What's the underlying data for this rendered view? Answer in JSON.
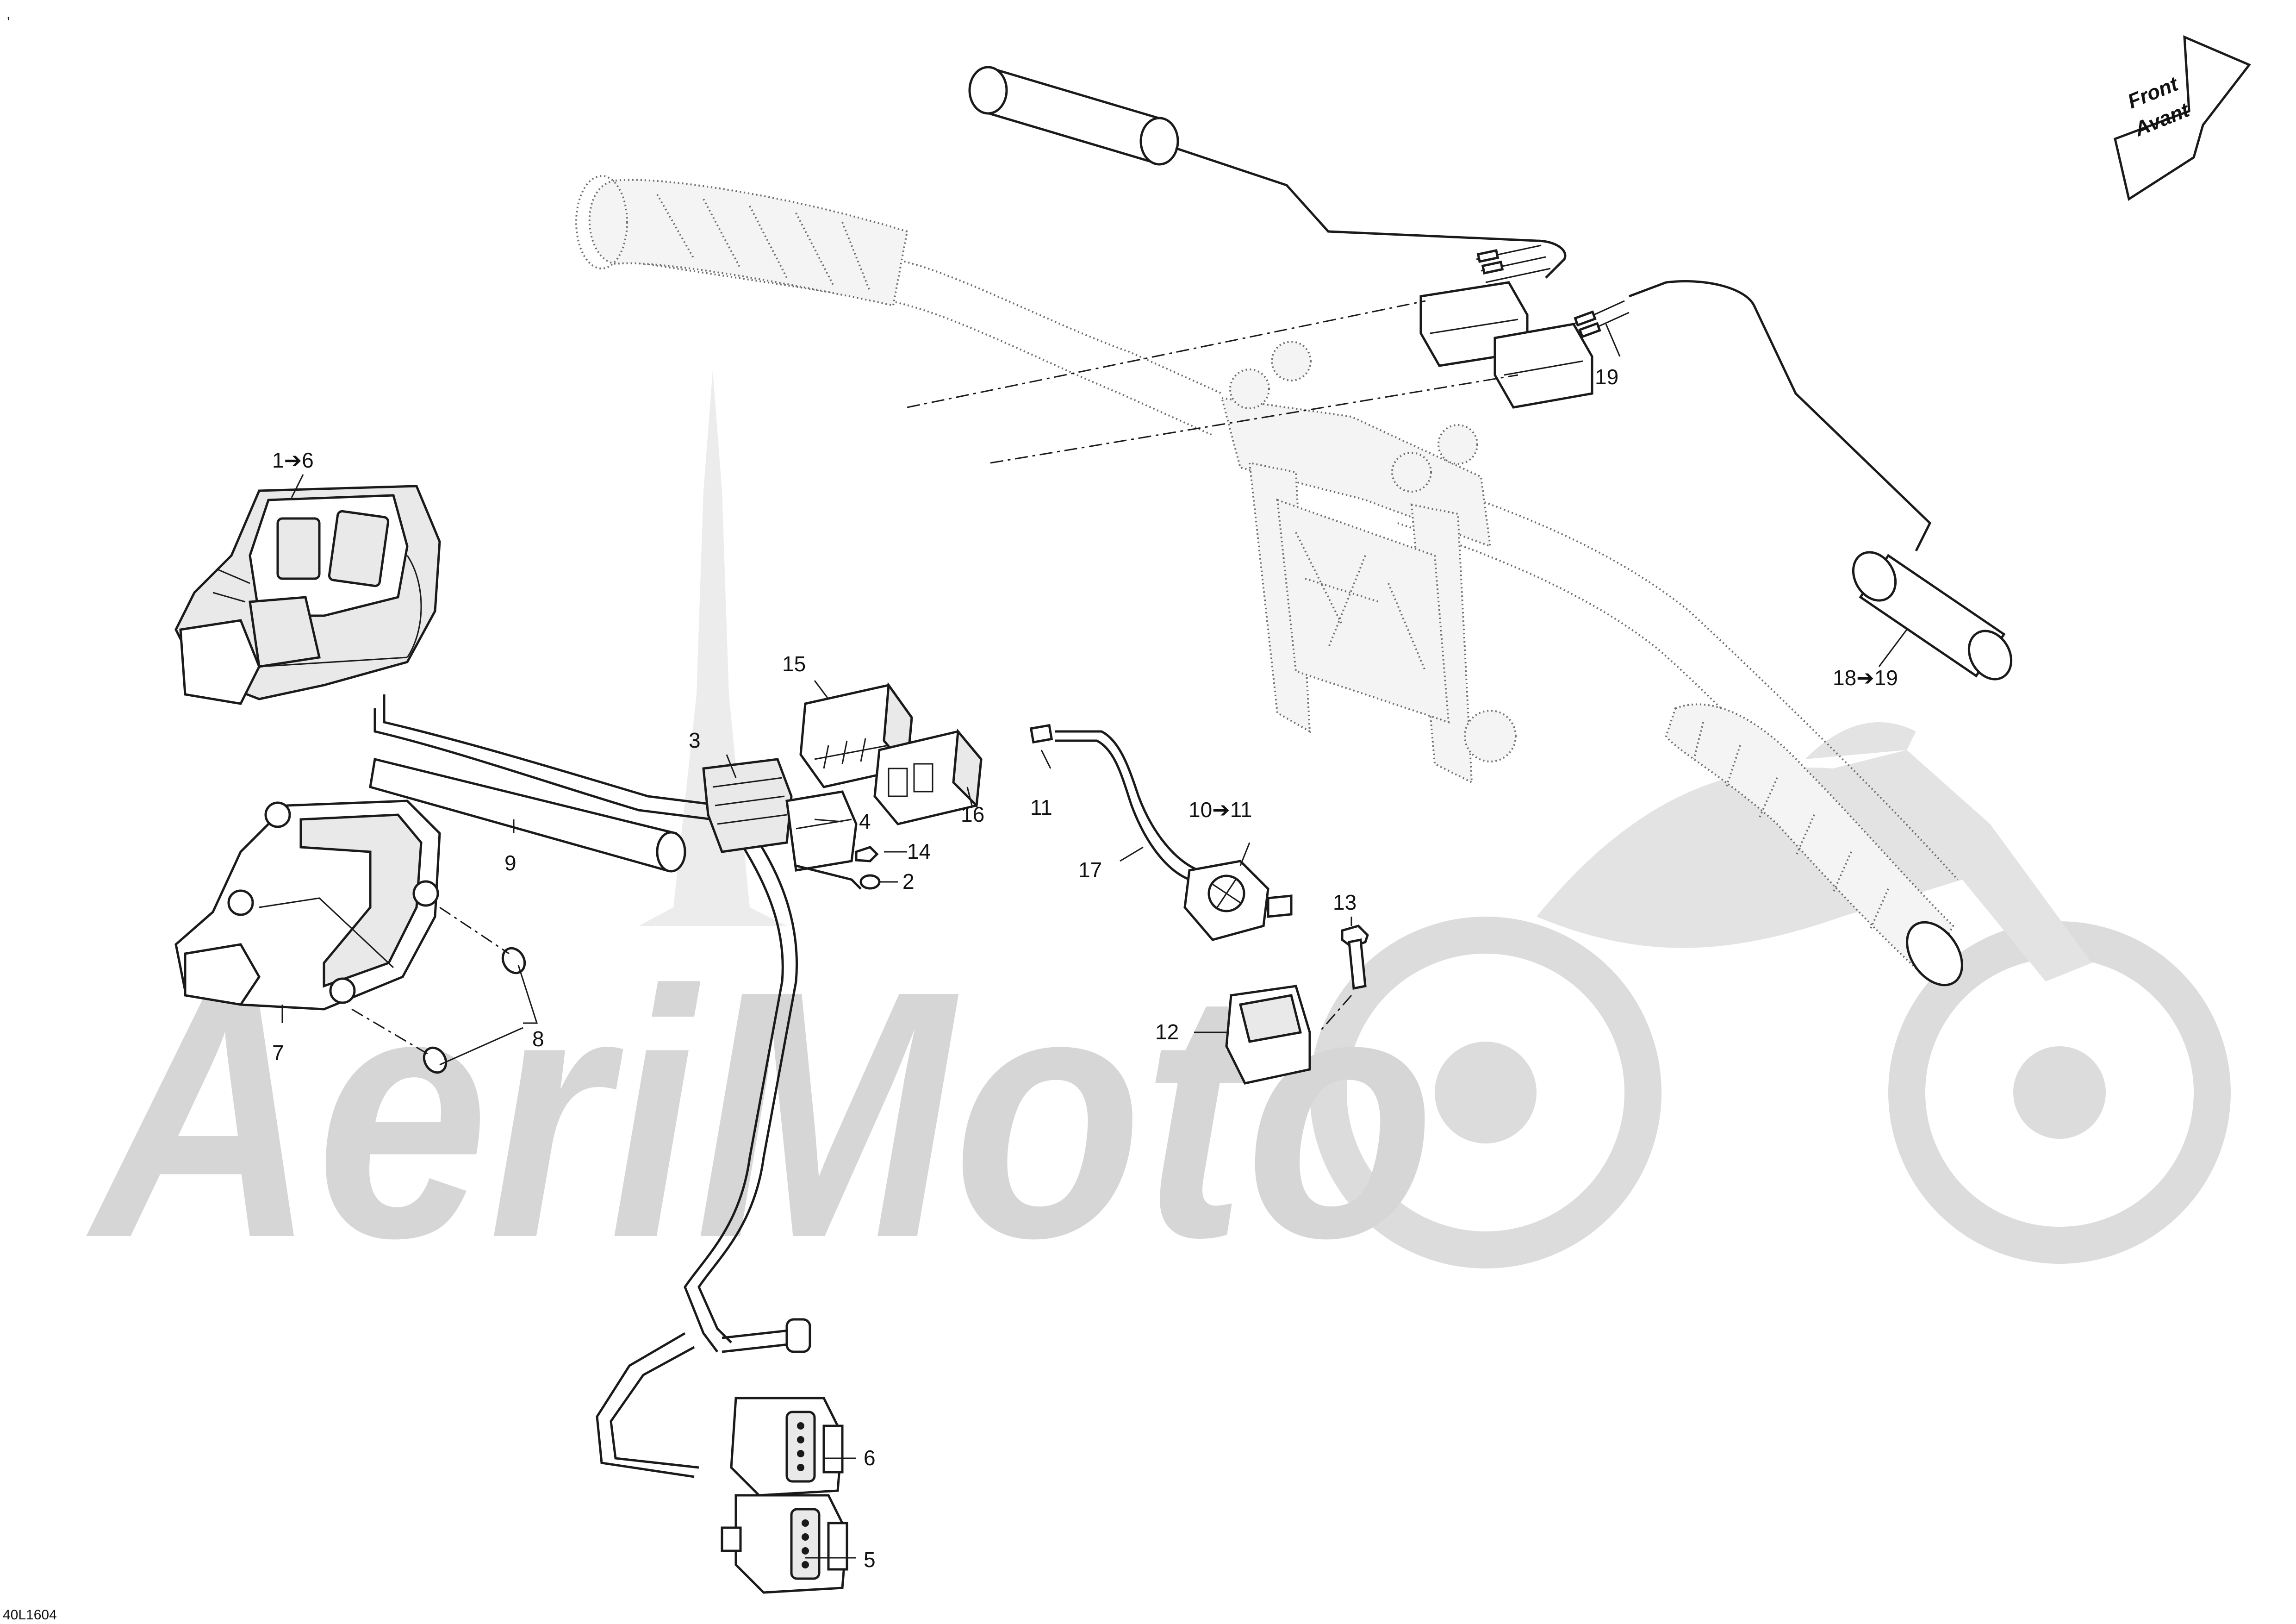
{
  "top_mark": ",",
  "figure_ref": "40L1604",
  "watermark": "AeriMoto",
  "direction_arrow": {
    "line1": "Front",
    "line2": "Avant"
  },
  "callouts": {
    "c1to6": "1➔6",
    "c2": "2",
    "c3": "3",
    "c4": "4",
    "c5": "5",
    "c6": "6",
    "c7": "7",
    "c8": "8",
    "c9": "9",
    "c10to11": "10➔11",
    "c11": "11",
    "c12": "12",
    "c13": "13",
    "c14": "14",
    "c15": "15",
    "c16": "16",
    "c17": "17",
    "c18to19": "18➔19",
    "c19": "19"
  }
}
